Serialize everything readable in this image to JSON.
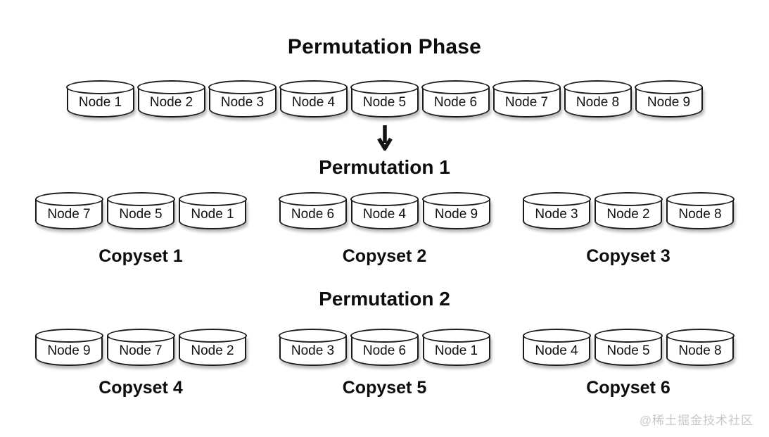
{
  "title": "Permutation Phase",
  "phase_nodes": [
    "Node 1",
    "Node 2",
    "Node 3",
    "Node 4",
    "Node 5",
    "Node 6",
    "Node 7",
    "Node 8",
    "Node 9"
  ],
  "permutations": [
    {
      "title": "Permutation 1",
      "copysets": [
        {
          "label": "Copyset 1",
          "nodes": [
            "Node 7",
            "Node 5",
            "Node 1"
          ]
        },
        {
          "label": "Copyset 2",
          "nodes": [
            "Node 6",
            "Node 4",
            "Node 9"
          ]
        },
        {
          "label": "Copyset 3",
          "nodes": [
            "Node 3",
            "Node 2",
            "Node 8"
          ]
        }
      ]
    },
    {
      "title": "Permutation 2",
      "copysets": [
        {
          "label": "Copyset 4",
          "nodes": [
            "Node 9",
            "Node 7",
            "Node 2"
          ]
        },
        {
          "label": "Copyset 5",
          "nodes": [
            "Node 3",
            "Node 6",
            "Node 1"
          ]
        },
        {
          "label": "Copyset 6",
          "nodes": [
            "Node 4",
            "Node 5",
            "Node 8"
          ]
        }
      ]
    }
  ],
  "watermark": "@稀土掘金技术社区",
  "colors": {
    "stroke": "#1b1b1b",
    "fill": "#ffffff",
    "background": "#ffffff",
    "watermark": "#c9c9c9"
  }
}
